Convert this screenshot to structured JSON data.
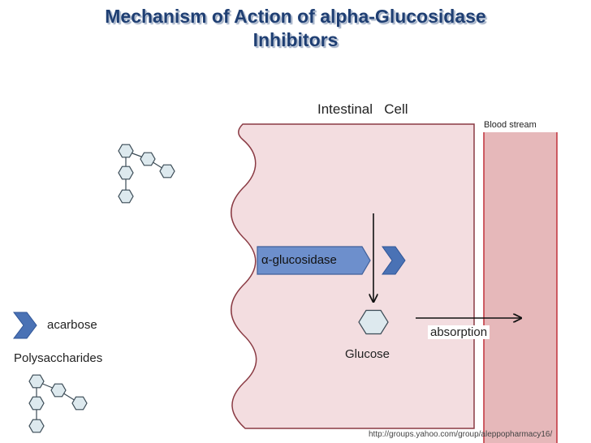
{
  "title": {
    "line1": "Mechanism of Action of  alpha-Glucosidase",
    "line2": "Inhibitors"
  },
  "labels": {
    "intestinal_cell": "Intestinal   Cell",
    "blood_stream": "Blood stream",
    "enzyme": "α-glucosidase",
    "inhibitor": "acarbose",
    "polysaccharides": "Polysaccharides",
    "glucose": "Glucose",
    "absorption": "absorption",
    "source_url": "http://groups.yahoo.com/group/aleppopharmacy16/"
  },
  "colors": {
    "title": "#1f3f73",
    "cell_fill": "#f3dde0",
    "cell_stroke": "#8a3a43",
    "blood_fill": "#e6b8ba",
    "blood_stroke": "#c0303a",
    "enzyme_fill": "#6d8fcc",
    "chevron_fill": "#4a72b5",
    "hexagon_fill": "#dde9ee",
    "hexagon_stroke": "#3a4a55"
  },
  "icons": {
    "inhibitor_marker": "chevron-icon",
    "sugar_unit": "hexagon-icon"
  }
}
